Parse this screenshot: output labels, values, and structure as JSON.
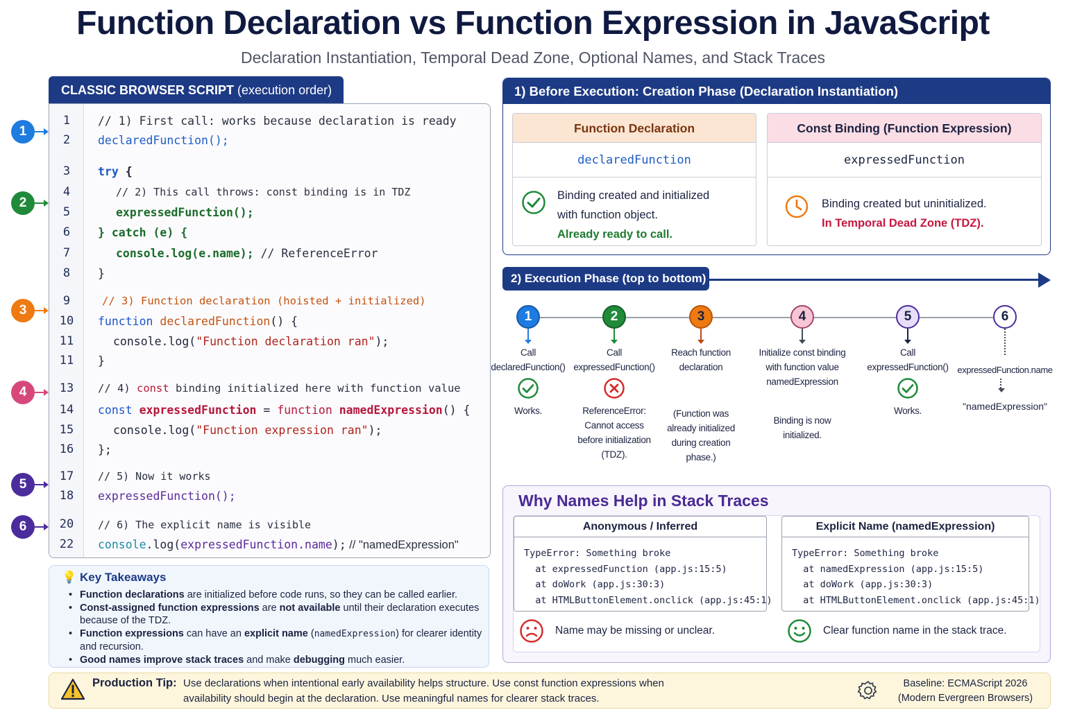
{
  "title": "Function Declaration vs Function Expression in JavaScript",
  "subtitle": "Declaration Instantiation, Temporal Dead Zone, Optional Names, and Stack Traces",
  "code_panel": {
    "tab_bold": "CLASSIC BROWSER SCRIPT",
    "tab_paren": "(execution order)",
    "line_numbers": [
      "1",
      "2",
      "3",
      "4",
      "5",
      "6",
      "7",
      "8",
      "9",
      "10",
      "11",
      "11",
      "13",
      "14",
      "15",
      "16",
      "17",
      "18",
      "20",
      "22"
    ],
    "lines": {
      "l1": "// 1) First call: works because declaration is ready",
      "l2": "declaredFunction();",
      "l3_kw": "try",
      "l3_rest": " {",
      "l4": "// 2) This call throws: const binding is in TDZ",
      "l5": "expressedFunction();",
      "l6": "} catch (e) {",
      "l7_code": "console.log(e.name);",
      "l7_cmt": " // ReferenceError",
      "l8": "}",
      "l9": "// 3) Function declaration (hoisted + initialized)",
      "l10_kw": "function",
      "l10_name": "declaredFunction",
      "l10_rest": "() {",
      "l11_pre": "console.log(",
      "l11_str": "\"Function declaration ran\"",
      "l11_post": ");",
      "l12": "}",
      "l13_pre": "// 4) ",
      "l13_kw": "const",
      "l13_post": " binding initialized here with function value",
      "l14_kw": "const",
      "l14_name": "expressedFunction",
      "l14_eq": " = ",
      "l14_kw2": "function",
      "l14_name2": "namedExpression",
      "l14_rest": "() {",
      "l15_pre": "console.log(",
      "l15_str": "\"Function expression ran\"",
      "l15_post": ");",
      "l16": "};",
      "l17": "// 5) Now it works",
      "l18": "expressedFunction();",
      "l20": "// 6) The explicit name is visible",
      "l22_pre": "console",
      "l22_mid": ".log(",
      "l22_name": "expressedFunction.name",
      "l22_post": ");",
      "l22_cmt": " // \"namedExpression\""
    },
    "markers": [
      "1",
      "2",
      "3",
      "4",
      "5",
      "6"
    ]
  },
  "takeaways": {
    "title": "Key Takeaways",
    "items": [
      {
        "b": "Function declarations",
        "t": " are initialized before code runs, so they can be called earlier."
      },
      {
        "b": "Const-assigned function expressions",
        "t": " are ",
        "b2": "not available",
        "t2": " until their declaration executes because of the TDZ."
      },
      {
        "b": "Function expressions",
        "t": " can have an ",
        "b2": "explicit name",
        "t2": " (",
        "code": "namedExpression",
        "t3": ") for clearer identity and recursion."
      },
      {
        "b": "Good names improve stack traces",
        "t": " and make ",
        "b2": "debugging",
        "t2": " much easier."
      }
    ]
  },
  "creation_phase": {
    "header": "1) Before Execution: Creation Phase (Declaration Instantiation)",
    "declaration_card": {
      "head": "Function Declaration",
      "name": "declaredFunction",
      "line1": "Binding created and initialized",
      "line2": "with function object.",
      "line3": "Already ready to call."
    },
    "const_card": {
      "head": "Const Binding (Function Expression)",
      "name": "expressedFunction",
      "line1": "Binding created but uninitialized.",
      "line2": "In Temporal Dead Zone (TDZ)."
    }
  },
  "execution_phase": {
    "header": "2) Execution Phase (top to bottom)",
    "steps": [
      {
        "num": "1",
        "label1": "Call",
        "label2": "declaredFunction()",
        "result": "Works.",
        "color": "#1e7be0",
        "icon": "check-icon"
      },
      {
        "num": "2",
        "label1": "Call",
        "label2": "expressedFunction()",
        "result1": "ReferenceError:",
        "result2": "Cannot access",
        "result3": "before initialization",
        "result4": "(TDZ).",
        "color": "#1f8a3a",
        "icon": "cross-icon"
      },
      {
        "num": "3",
        "label1": "Reach function",
        "label2": "declaration",
        "result1": "(Function was",
        "result2": "already initialized",
        "result3": "during creation",
        "result4": "phase.)",
        "color": "#ef7a12"
      },
      {
        "num": "4",
        "label1": "Initialize const binding",
        "label2": "with function value",
        "label3": "namedExpression",
        "result1": "Binding is now",
        "result2": "initialized.",
        "color": "#d6477c"
      },
      {
        "num": "5",
        "label1": "Call",
        "label2": "expressedFunction()",
        "result": "Works.",
        "color": "#4b2c9c",
        "icon": "check-icon"
      },
      {
        "num": "6",
        "label1": "expressedFunction.name",
        "result": "\"namedExpression\"",
        "color": "#4b2c9c"
      }
    ]
  },
  "stack_traces": {
    "title": "Why Names Help in Stack Traces",
    "anonymous": {
      "head": "Anonymous / Inferred",
      "l1": "TypeError: Something broke",
      "l2": "  at expressedFunction (app.js:15:5)",
      "l3": "  at doWork (app.js:30:3)",
      "l4": "  at HTMLButtonElement.onclick (app.js:45:1)",
      "note": "Name may be missing or unclear."
    },
    "explicit": {
      "head": "Explicit Name (namedExpression)",
      "l1": "TypeError: Something broke",
      "l2": "  at namedExpression (app.js:15:5)",
      "l3": "  at doWork (app.js:30:3)",
      "l4": "  at HTMLButtonElement.onclick (app.js:45:1)",
      "note": "Clear function name in the stack trace."
    }
  },
  "tip": {
    "label": "Production Tip:",
    "text": "Use declarations when intentional early availability helps structure.   Use const function expressions when availability should begin at the declaration.   Use meaningful names for clearer stack traces.",
    "baseline1": "Baseline: ECMAScript 2026",
    "baseline2": "(Modern Evergreen Browsers)"
  },
  "colors": {
    "navy": "#1d3a85",
    "marker1": "#1e7be0",
    "marker2": "#1f8a3a",
    "marker3": "#ef7a12",
    "marker4": "#d6477c",
    "marker5": "#4b2c9c",
    "marker6": "#4b2c9c"
  }
}
